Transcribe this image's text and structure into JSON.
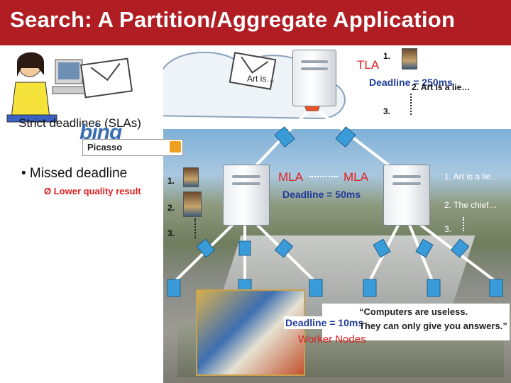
{
  "title": "Search: A Partition/Aggregate Application",
  "cloud_snippet": "Art is…",
  "tla": {
    "label": "TLA",
    "deadline": "Deadline = 250ms",
    "results": [
      "1.",
      "2. Art is a lie…",
      "3."
    ]
  },
  "sla_text": "Strict deadlines (SLAs)",
  "search": {
    "brand": "bing",
    "query": "Picasso"
  },
  "missed": {
    "bullet": "• Missed deadline",
    "consequence": "Ø Lower quality result",
    "results": [
      "1.",
      "2.",
      "3."
    ]
  },
  "mla": {
    "left_label": "MLA",
    "right_label": "MLA",
    "deadline": "Deadline = 50ms",
    "results": [
      "1. Art is a lie…",
      "2. The chief…",
      "3."
    ]
  },
  "worker": {
    "deadline": "Deadline = 10ms",
    "quote_line1": "“Computers are useless.",
    "quote_line2": "They can only give you answers.”",
    "label": "Worker Nodes"
  },
  "colors": {
    "title_bg": "#b01d23",
    "accent_red": "#e02020",
    "deadline_blue": "#1f3b9a"
  }
}
